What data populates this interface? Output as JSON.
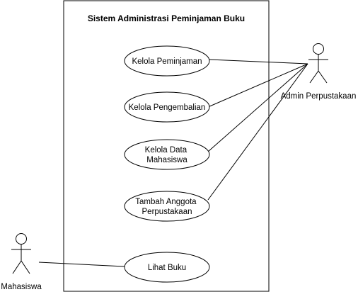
{
  "system": {
    "title": "Sistem Administrasi Peminjaman Buku"
  },
  "use_cases": [
    {
      "id": "kelola-peminjaman",
      "lines": [
        "Kelola Peminjaman"
      ]
    },
    {
      "id": "kelola-pengembalian",
      "lines": [
        "Kelola Pengembalian"
      ]
    },
    {
      "id": "kelola-data-mahasiswa",
      "lines": [
        "Kelola Data",
        "Mahasiswa"
      ]
    },
    {
      "id": "tambah-anggota-perpustakaan",
      "lines": [
        "Tambah Anggota",
        "Perpustakaan"
      ]
    },
    {
      "id": "lihat-buku",
      "lines": [
        "Lihat Buku"
      ]
    }
  ],
  "actors": {
    "admin": {
      "name": "Admin Perpustakaan"
    },
    "mahasiswa": {
      "name": "Mahasiswa"
    }
  },
  "associations": [
    {
      "actor": "admin",
      "use_case": "kelola-peminjaman"
    },
    {
      "actor": "admin",
      "use_case": "kelola-pengembalian"
    },
    {
      "actor": "admin",
      "use_case": "kelola-data-mahasiswa"
    },
    {
      "actor": "admin",
      "use_case": "tambah-anggota-perpustakaan"
    },
    {
      "actor": "mahasiswa",
      "use_case": "lihat-buku"
    }
  ],
  "colors": {
    "line": "#000000",
    "fill": "#ffffff",
    "background": "#ffffff"
  }
}
